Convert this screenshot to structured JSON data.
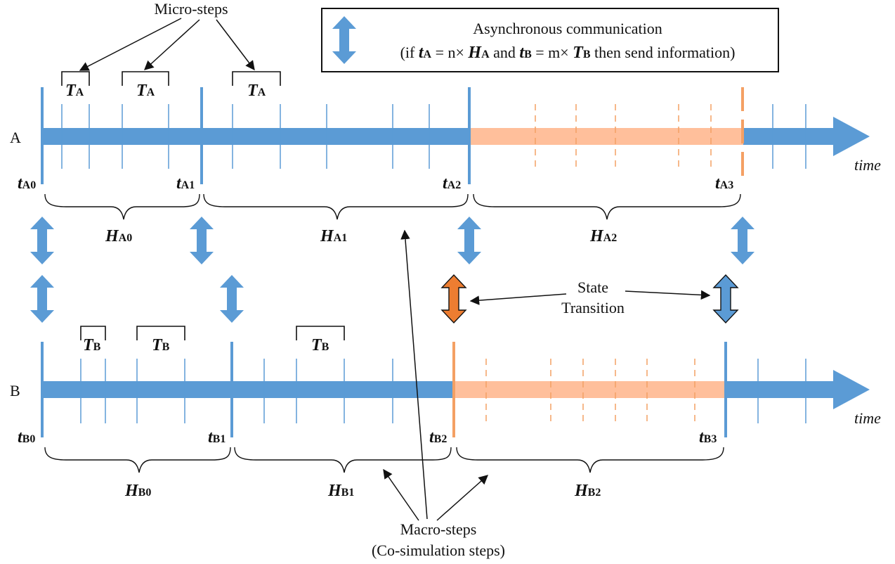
{
  "colors": {
    "band": "#5b9bd5",
    "band_state": "#ffbf9b",
    "tick": "#5b9bd5",
    "tick_state": "#f4a064",
    "state_arrow": "#ed7d31",
    "asym_arrow": "#5b9bd5",
    "stroke": "#111111"
  },
  "labels": {
    "micro_steps": "Micro-steps",
    "legend_line1": "Asynchronous communication",
    "legend_line2_a": "(if ",
    "legend_line2_b": " = n× ",
    "legend_line2_c": "  and  ",
    "legend_line2_d": " = m× ",
    "legend_line2_e": " then send information)",
    "state_line1": "State",
    "state_line2": "Transition",
    "macro_line1": "Macro-steps",
    "macro_line2": "(Co-simulation steps)",
    "time": "time",
    "var_t": "t",
    "var_T": "T",
    "var_H": "H"
  },
  "timeline_a": {
    "name": "A",
    "var_sub": "A",
    "macro_subs": [
      "A0",
      "A1",
      "A2",
      "A3"
    ],
    "step_subs": [
      "A0",
      "A1",
      "A2"
    ]
  },
  "timeline_b": {
    "name": "B",
    "var_sub": "B",
    "macro_subs": [
      "B0",
      "B1",
      "B2",
      "B3"
    ],
    "step_subs": [
      "B0",
      "B1",
      "B2"
    ]
  }
}
